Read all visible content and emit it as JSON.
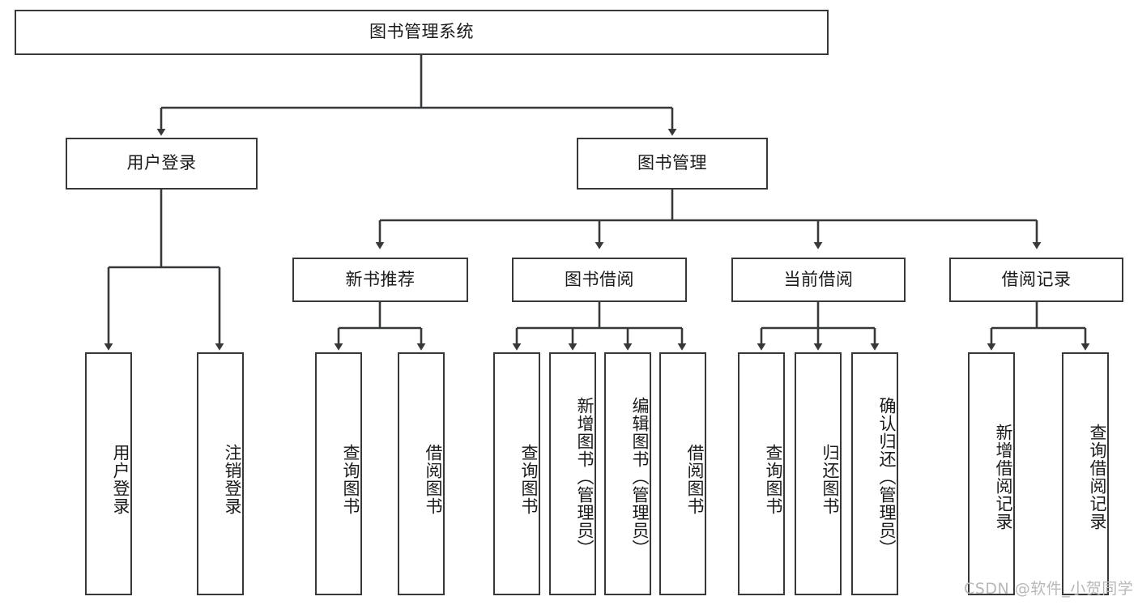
{
  "diagram": {
    "type": "tree-hierarchy",
    "title": "图书管理系统",
    "root": {
      "label": "图书管理系统"
    },
    "level2": [
      {
        "label": "用户登录"
      },
      {
        "label": "图书管理"
      }
    ],
    "level3": [
      {
        "label": "新书推荐"
      },
      {
        "label": "图书借阅"
      },
      {
        "label": "当前借阅"
      },
      {
        "label": "借阅记录"
      }
    ],
    "leaves": {
      "user_login": [
        {
          "label": "用户登录"
        },
        {
          "label": "注销登录"
        }
      ],
      "new_book_recommend": [
        {
          "label": "查询图书"
        },
        {
          "label": "借阅图书"
        }
      ],
      "book_borrow": [
        {
          "label": "查询图书"
        },
        {
          "label": "新增图书（管理员）"
        },
        {
          "label": "编辑图书（管理员）"
        },
        {
          "label": "借阅图书"
        }
      ],
      "current_borrow": [
        {
          "label": "查询图书"
        },
        {
          "label": "归还图书"
        },
        {
          "label": "确认归还（管理员）"
        }
      ],
      "borrow_record": [
        {
          "label": "新增借阅记录"
        },
        {
          "label": "查询借阅记录"
        }
      ]
    }
  },
  "watermark": {
    "text": "CSDN @软件_小贺同学"
  },
  "colors": {
    "stroke": "#36383a",
    "fill": "#ffffff",
    "text": "#1a1a1a",
    "watermark": "#b8b8b8"
  }
}
